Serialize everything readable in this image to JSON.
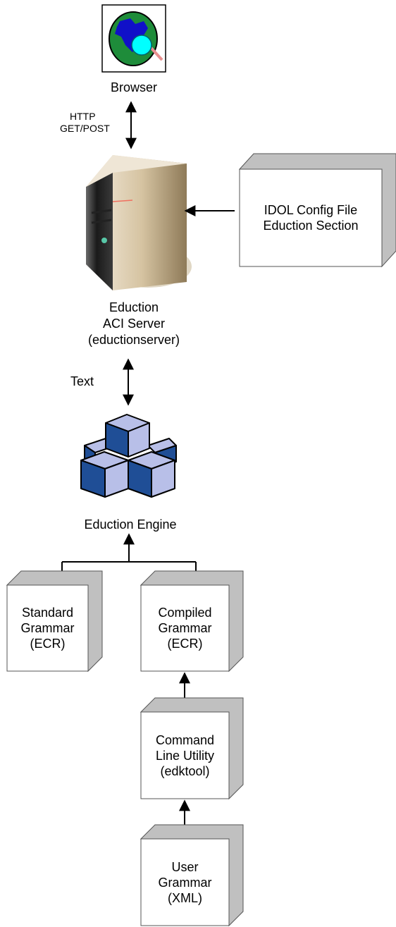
{
  "browser": {
    "label": "Browser",
    "icon": "globe-magnifier-icon"
  },
  "http": {
    "line1": "HTTP",
    "line2": "GET/POST"
  },
  "server": {
    "icon": "server-tower-icon",
    "line1": "Eduction",
    "line2": "ACI Server",
    "line3": "(eductionserver)"
  },
  "config": {
    "line1": "IDOL Config File",
    "line2": "Eduction Section"
  },
  "text_label": "Text",
  "engine": {
    "label": "Eduction Engine",
    "icon": "cubes-icon"
  },
  "standard": {
    "line1": "Standard",
    "line2": "Grammar",
    "line3": "(ECR)"
  },
  "compiled": {
    "line1": "Compiled",
    "line2": "Grammar",
    "line3": "(ECR)"
  },
  "utility": {
    "line1": "Command",
    "line2": "Line Utility",
    "line3": "(edktool)"
  },
  "user": {
    "line1": "User",
    "line2": "Grammar",
    "line3": "(XML)"
  },
  "colors": {
    "box_side": "#c0c0c0",
    "arrow": "#000000",
    "globe_ocean": "#1e8c3a",
    "globe_land": "#1010c8",
    "lens": "#00ffff",
    "cube_dark": "#1f4e96",
    "cube_light": "#b8bfe8"
  }
}
